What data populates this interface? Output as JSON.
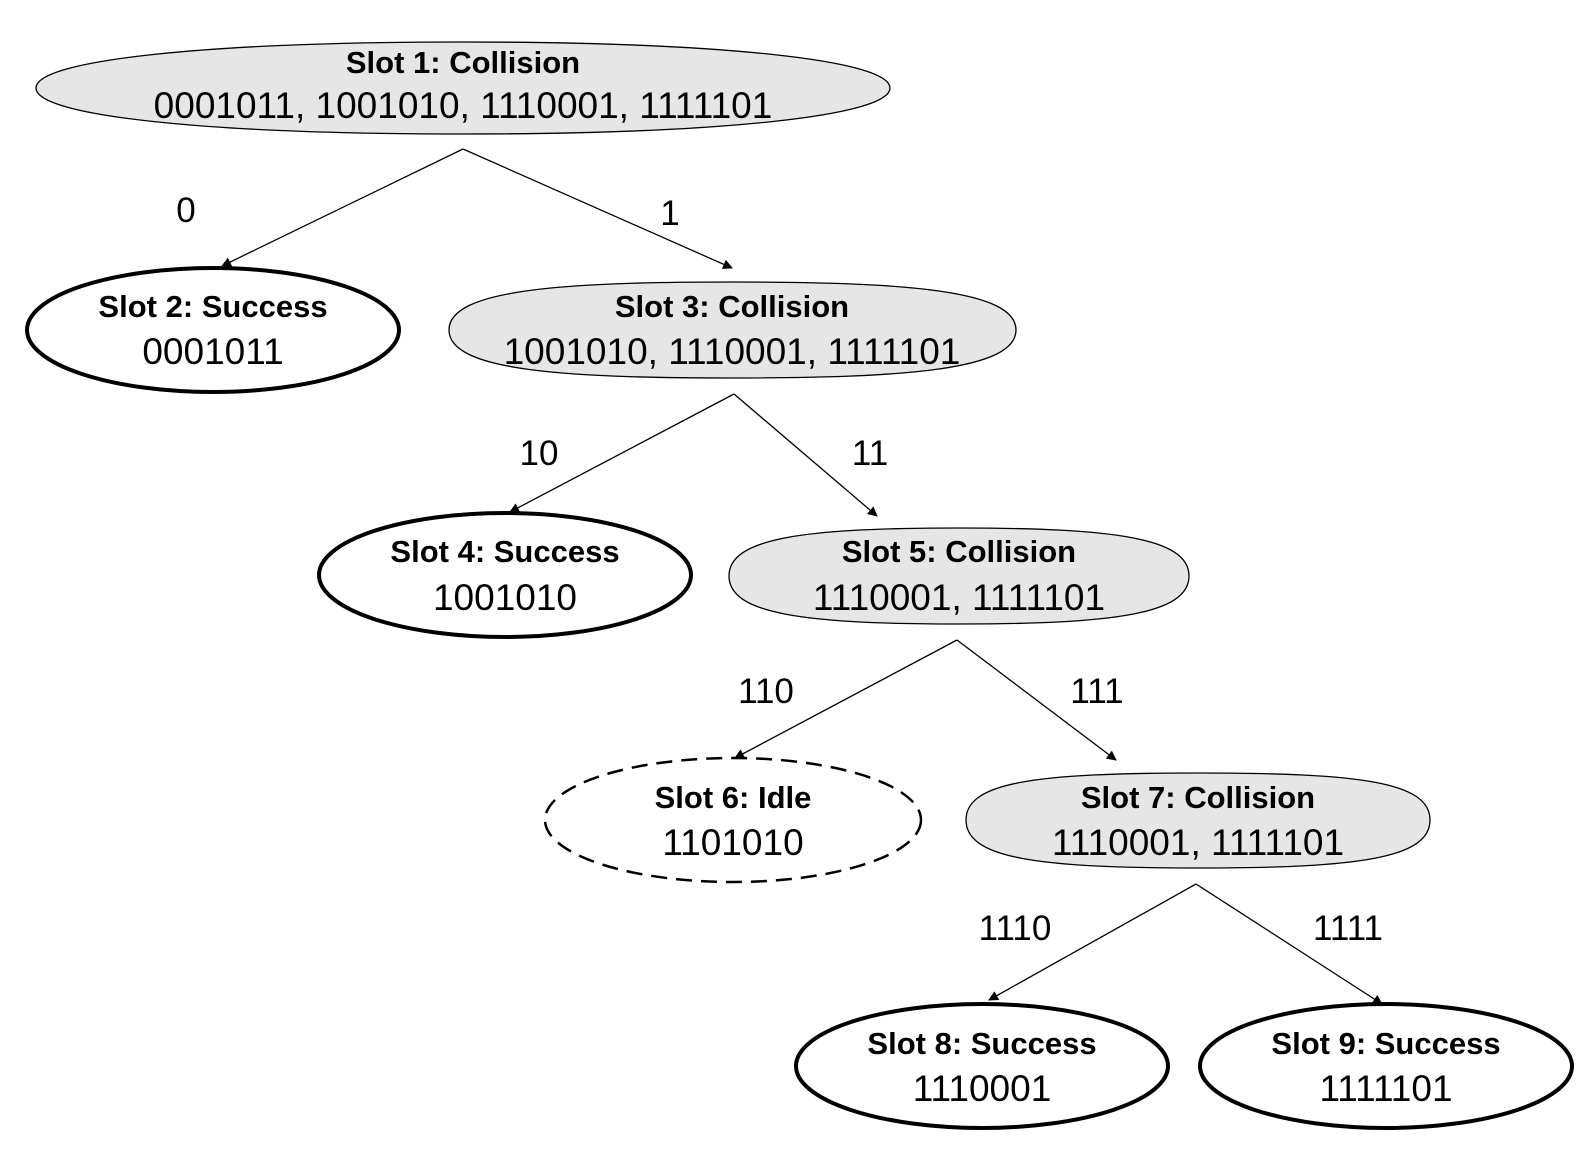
{
  "nodes": {
    "slot1": {
      "title": "Slot 1: Collision",
      "ids": "0001011, 1001010, 1110001, 1111101",
      "state": "collision"
    },
    "slot2": {
      "title": "Slot 2: Success",
      "ids": "0001011",
      "state": "success"
    },
    "slot3": {
      "title": "Slot 3: Collision",
      "ids": "1001010, 1110001, 1111101",
      "state": "collision"
    },
    "slot4": {
      "title": "Slot 4: Success",
      "ids": "1001010",
      "state": "success"
    },
    "slot5": {
      "title": "Slot 5: Collision",
      "ids": "1110001, 1111101",
      "state": "collision"
    },
    "slot6": {
      "title": "Slot 6: Idle",
      "ids": "1101010",
      "state": "idle"
    },
    "slot7": {
      "title": "Slot 7: Collision",
      "ids": "1110001, 1111101",
      "state": "collision"
    },
    "slot8": {
      "title": "Slot 8: Success",
      "ids": "1110001",
      "state": "success"
    },
    "slot9": {
      "title": "Slot 9: Success",
      "ids": "1111101",
      "state": "success"
    }
  },
  "edges": [
    {
      "from": "slot1",
      "to": "slot2",
      "label": "0"
    },
    {
      "from": "slot1",
      "to": "slot3",
      "label": "1"
    },
    {
      "from": "slot3",
      "to": "slot4",
      "label": "10"
    },
    {
      "from": "slot3",
      "to": "slot5",
      "label": "11"
    },
    {
      "from": "slot5",
      "to": "slot6",
      "label": "110"
    },
    {
      "from": "slot5",
      "to": "slot7",
      "label": "111"
    },
    {
      "from": "slot7",
      "to": "slot8",
      "label": "1110"
    },
    {
      "from": "slot7",
      "to": "slot9",
      "label": "1111"
    }
  ],
  "colors": {
    "collision_fill": "#e6e6e6",
    "success_fill": "#ffffff",
    "idle_fill": "#ffffff",
    "stroke": "#000000"
  }
}
